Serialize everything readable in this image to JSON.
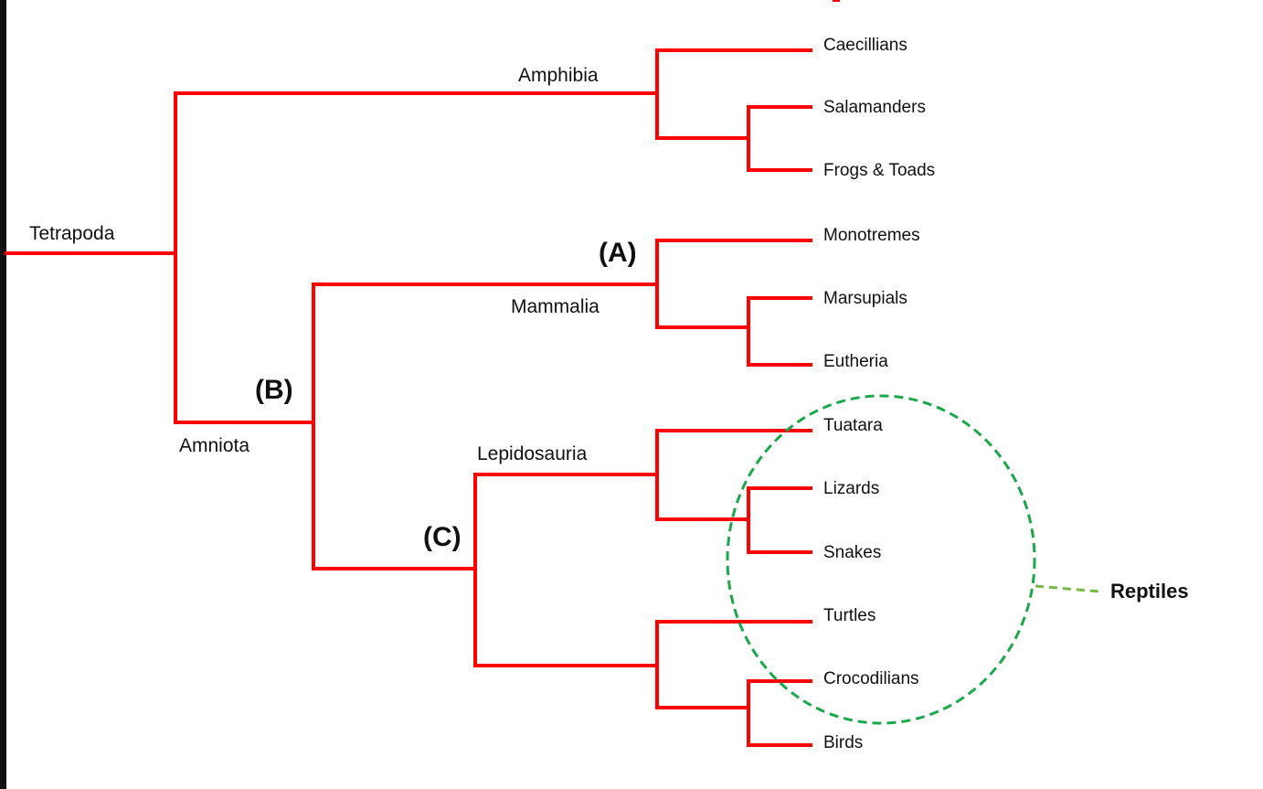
{
  "diagram": {
    "type": "phylogenetic-tree",
    "root": "Tetrapoda",
    "clades": {
      "tetrapoda": "Tetrapoda",
      "amphibia": "Amphibia",
      "amniota": "Amniota",
      "mammalia": "Mammalia",
      "lepidosauria": "Lepidosauria"
    },
    "node_markers": {
      "a": "(A)",
      "b": "(B)",
      "c": "(C)"
    },
    "leaves": [
      "Caecillians",
      "Salamanders",
      "Frogs & Toads",
      "Monotremes",
      "Marsupials",
      "Eutheria",
      "Tuatara",
      "Lizards",
      "Snakes",
      "Turtles",
      "Crocodilians",
      "Birds"
    ],
    "group_highlight": {
      "label": "Reptiles",
      "members": [
        "Tuatara",
        "Lizards",
        "Snakes",
        "Turtles",
        "Crocodilians"
      ]
    },
    "colors": {
      "branch": "#ff0000",
      "highlight": "#1aa84a",
      "leader": "#7ab648"
    }
  }
}
